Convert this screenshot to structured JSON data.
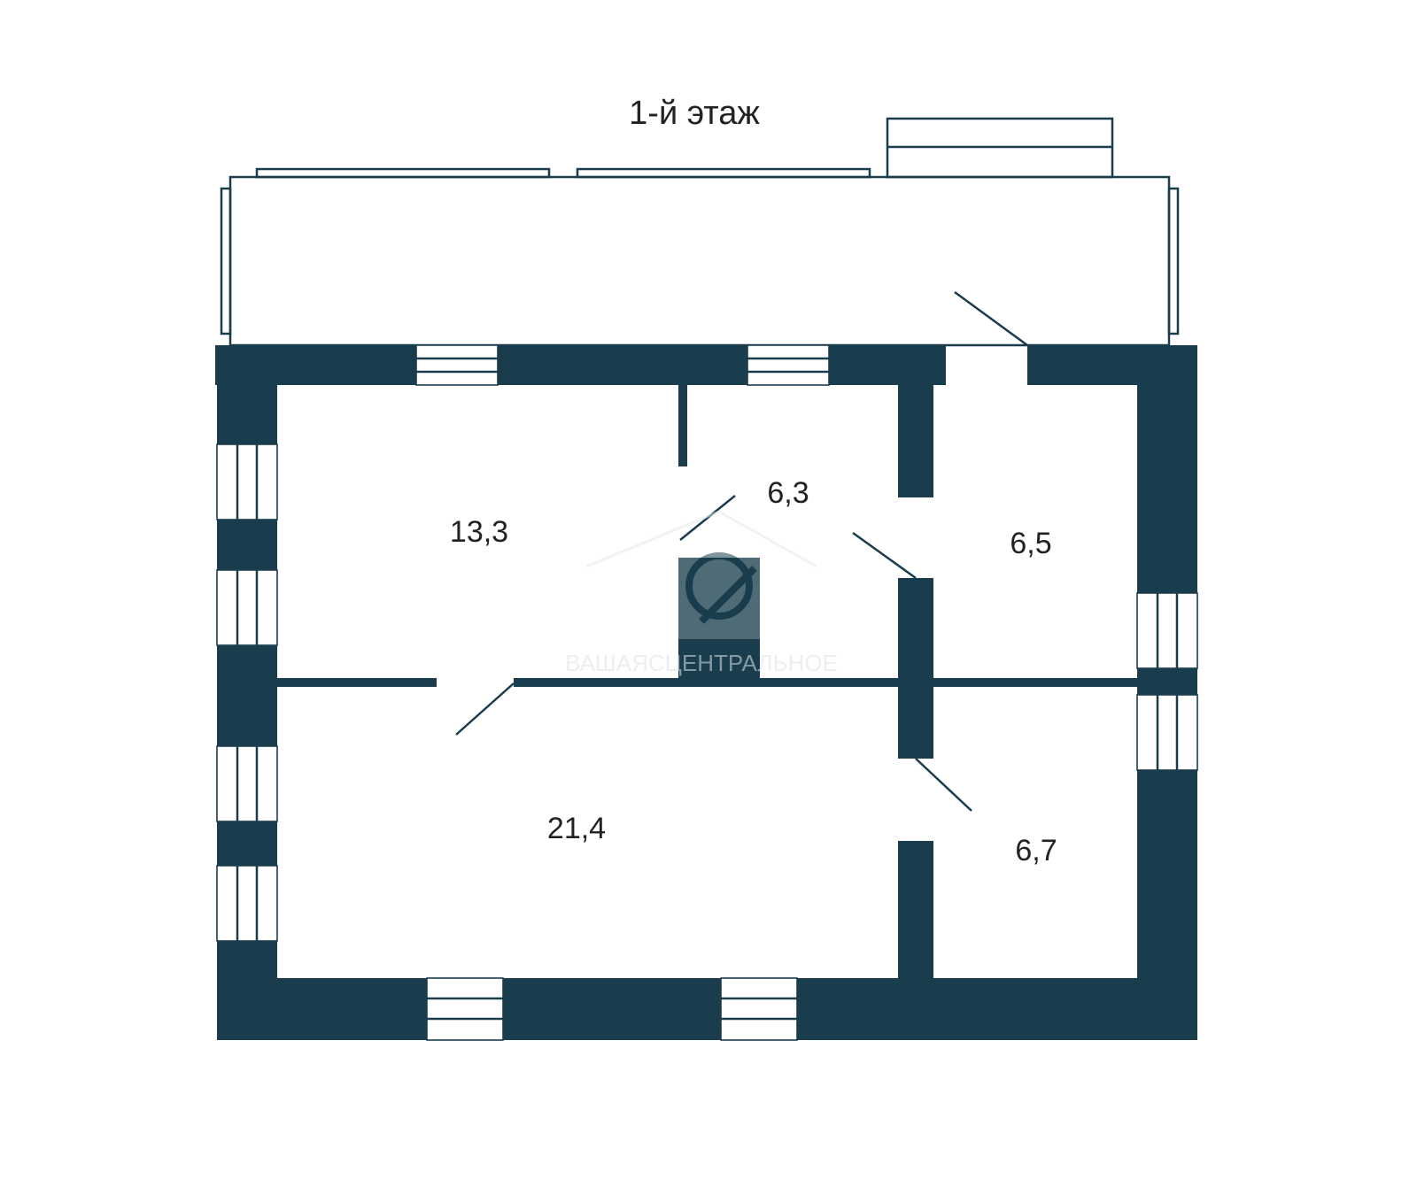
{
  "plan": {
    "title": "1-й этаж",
    "rooms": [
      {
        "id": "room-13-3",
        "area": "13,3"
      },
      {
        "id": "room-6-3",
        "area": "6,3"
      },
      {
        "id": "room-6-5",
        "area": "6,5"
      },
      {
        "id": "room-21-4",
        "area": "21,4"
      },
      {
        "id": "room-6-7",
        "area": "6,7"
      }
    ],
    "watermark_text": "ВАШАЯСЦЕНТРАЛЬНОЕ"
  },
  "colors": {
    "wall": "#1a3d4d",
    "background": "#ffffff",
    "text": "#222222",
    "watermark": "#7a9199"
  },
  "icons": [
    "logo-watermark-icon"
  ]
}
